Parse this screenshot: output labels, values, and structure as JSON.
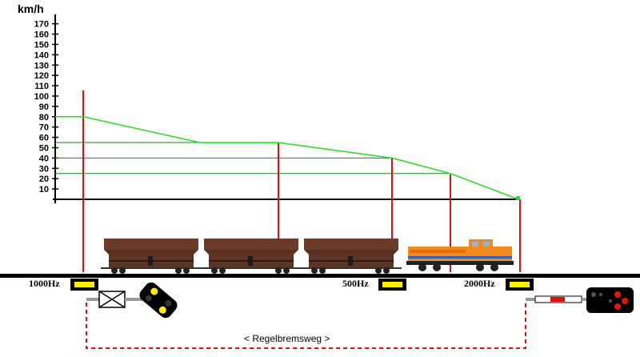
{
  "chart_data": {
    "type": "line",
    "ylabel": "km/h",
    "y_ticks": [
      "170",
      "160",
      "150",
      "140",
      "130",
      "120",
      "110",
      "100",
      "90",
      "80",
      "70",
      "60",
      "50",
      "40",
      "30",
      "20",
      "10"
    ],
    "ylim": [
      0,
      180
    ],
    "series": [
      {
        "speed_profile": [
          80,
          80,
          55,
          55,
          40,
          25,
          0
        ]
      }
    ],
    "reference_speeds": [
      55,
      40,
      25
    ],
    "legend": "none",
    "grid": false
  },
  "track": {
    "magnets": [
      {
        "label": "1000Hz"
      },
      {
        "label": "500Hz"
      },
      {
        "label": "2000Hz"
      }
    ],
    "brake_distance_label": "< Regelbremsweg >"
  },
  "colors": {
    "curve": "#22dd22",
    "marker": "#dd1111",
    "wagon": "#6b3b2a",
    "loco": "#f08a1c",
    "magnet": "#ffee00",
    "dashed": "#dd1111"
  }
}
